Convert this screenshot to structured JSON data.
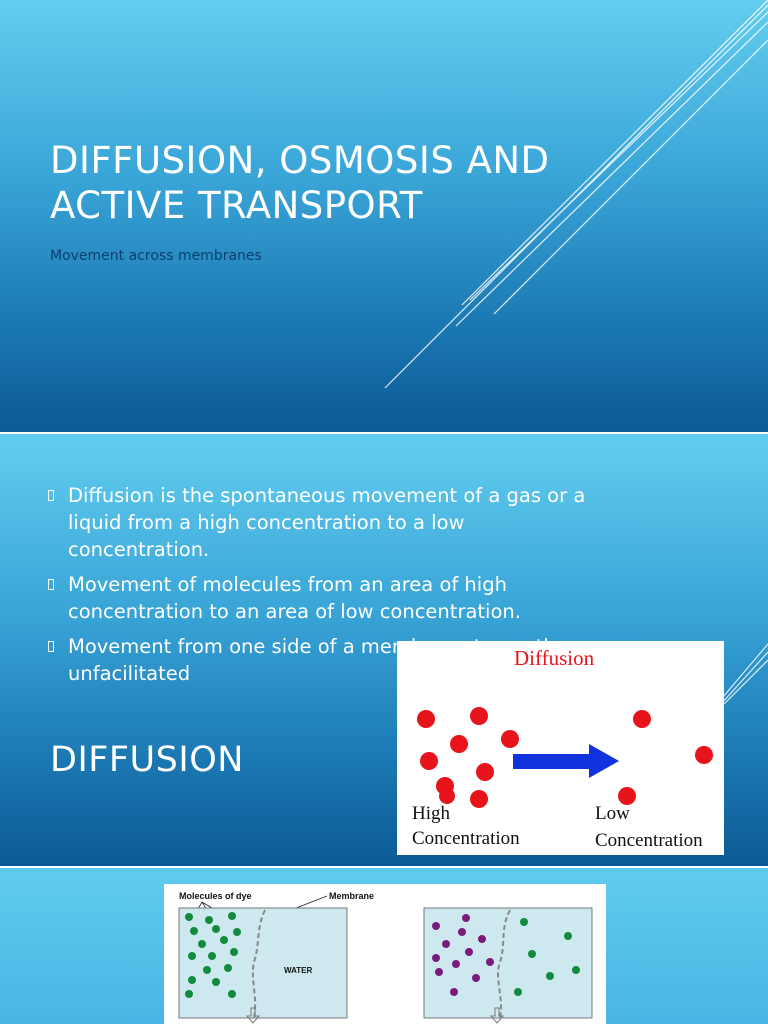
{
  "slide1": {
    "title": "Diffusion, osmosis and active transport",
    "subtitle": "Movement across membranes"
  },
  "slide2": {
    "bullets": [
      "Diffusion is the spontaneous movement of a gas or a liquid from a high concentration to a low concentration.",
      "Movement of molecules from an area of high concentration to an area of low concentration.",
      "Movement from one side of a membrane to another, unfacilitated"
    ],
    "title": "Diffusion",
    "figure": {
      "heading": "Diffusion",
      "high_label_1": "High",
      "high_label_2": "Concentration",
      "low_label_1": "Low",
      "low_label_2": "Concentration",
      "particle_color": "#e8141c",
      "arrow_color": "#1133dd"
    }
  },
  "slide3": {
    "figure": {
      "molecules_label": "Molecules of dye",
      "membrane_label": "Membrane",
      "water_label": "WATER",
      "dye_color_green": "#138a3c",
      "dye_color_purple": "#7b1a78"
    }
  }
}
